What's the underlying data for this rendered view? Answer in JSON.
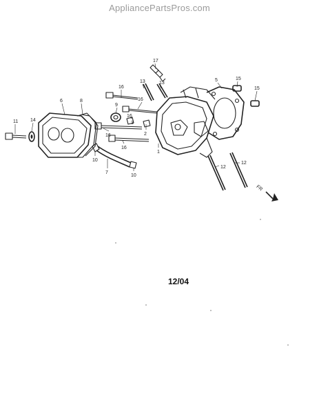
{
  "header": {
    "watermark": "AppliancePartsPros.com"
  },
  "diagram": {
    "date_code": "12/04",
    "direction_label": "FR",
    "callouts": [
      "17",
      "13",
      "13",
      "16",
      "16",
      "5",
      "15",
      "15",
      "6",
      "8",
      "9",
      "16",
      "3",
      "2",
      "1",
      "11",
      "14",
      "16",
      "16",
      "10",
      "7",
      "10",
      "12",
      "12"
    ]
  }
}
